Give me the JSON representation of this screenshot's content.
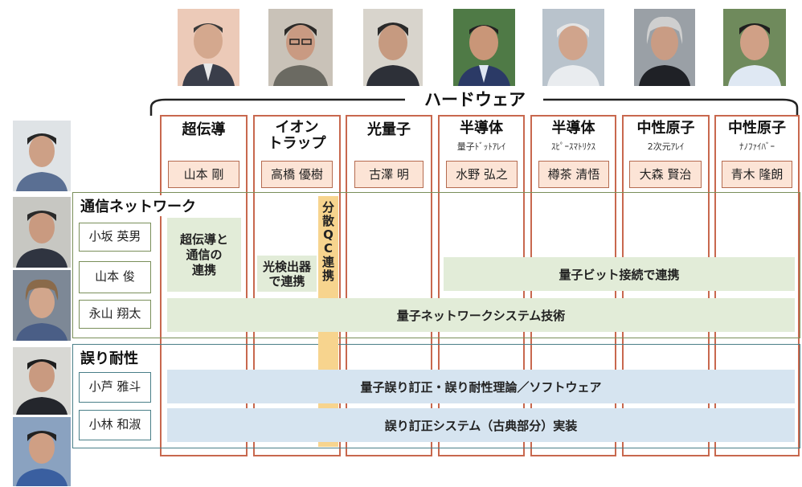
{
  "section_header": "ハードウェア",
  "columns": [
    {
      "title": "超伝導",
      "title2": "",
      "sub": "",
      "lead": "山本 剛"
    },
    {
      "title": "イオン",
      "title2": "トラップ",
      "sub": "",
      "lead": "高橋 優樹"
    },
    {
      "title": "光量子",
      "title2": "",
      "sub": "",
      "lead": "古澤 明"
    },
    {
      "title": "半導体",
      "title2": "",
      "sub": "量子ﾄﾞｯﾄｱﾚｲ",
      "lead": "水野 弘之"
    },
    {
      "title": "半導体",
      "title2": "",
      "sub": "ｽﾋﾟｰｽﾏﾄﾘｸｽ",
      "lead": "樽茶 清悟"
    },
    {
      "title": "中性原子",
      "title2": "",
      "sub": "2次元ｱﾚｲ",
      "lead": "大森 賢治"
    },
    {
      "title": "中性原子",
      "title2": "",
      "sub": "ﾅﾉﾌｧｲﾊﾞｰ",
      "lead": "青木 隆朗"
    }
  ],
  "groups": {
    "comm": {
      "title": "通信ネットワーク",
      "members": [
        "小坂 英男",
        "山本 俊",
        "永山 翔太"
      ]
    },
    "ft": {
      "title": "誤り耐性",
      "members": [
        "小芦 雅斗",
        "小林 和淑"
      ]
    }
  },
  "bands": {
    "sc_comm": "超伝導と\n通信の\n連携",
    "photo_det": "光検出器\nで連携",
    "distributed_qc": [
      "分",
      "散",
      "Q",
      "C",
      "連",
      "携"
    ],
    "qubit_link": "量子ビット接続で連携",
    "network_tech": "量子ネットワークシステム技術",
    "qec_theory": "量子誤り訂正・誤り耐性理論／ソフトウェア",
    "qec_impl": "誤り訂正システム（古典部分）実装"
  },
  "colors": {
    "column_border": "#c8684e",
    "lead_fill": "#fce4d6",
    "green_band": "#e2ecd8",
    "blue_band": "#d6e4f0",
    "orange_vertical": "#f7d48e",
    "comm_frame": "#7a8f5a",
    "ft_frame": "#4a7f88"
  }
}
